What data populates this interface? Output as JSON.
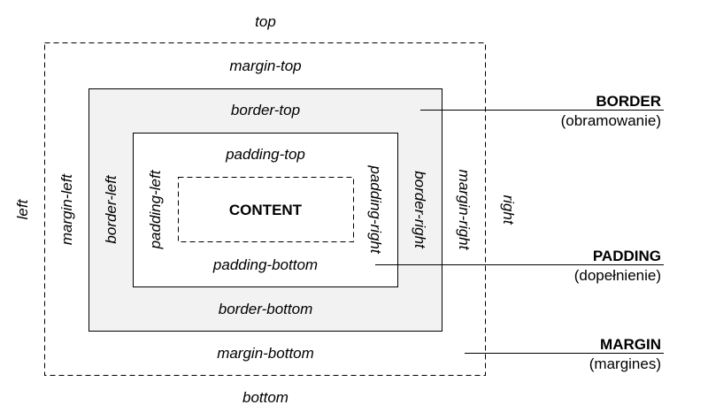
{
  "labels": {
    "top": "top",
    "bottom": "bottom",
    "left": "left",
    "right": "right",
    "margin_top": "margin-top",
    "margin_bottom": "margin-bottom",
    "margin_left": "margin-left",
    "margin_right": "margin-right",
    "border_top": "border-top",
    "border_bottom": "border-bottom",
    "border_left": "border-left",
    "border_right": "border-right",
    "padding_top": "padding-top",
    "padding_bottom": "padding-bottom",
    "padding_left": "padding-left",
    "padding_right": "padding-right",
    "content": "CONTENT"
  },
  "legend": [
    {
      "title": "BORDER",
      "subtitle": "(obramowanie)"
    },
    {
      "title": "PADDING",
      "subtitle": "(dopełnienie)"
    },
    {
      "title": "MARGIN",
      "subtitle": "(margines)"
    }
  ],
  "colors": {
    "border_fill": "#f2f2f2",
    "stroke": "#000000"
  }
}
